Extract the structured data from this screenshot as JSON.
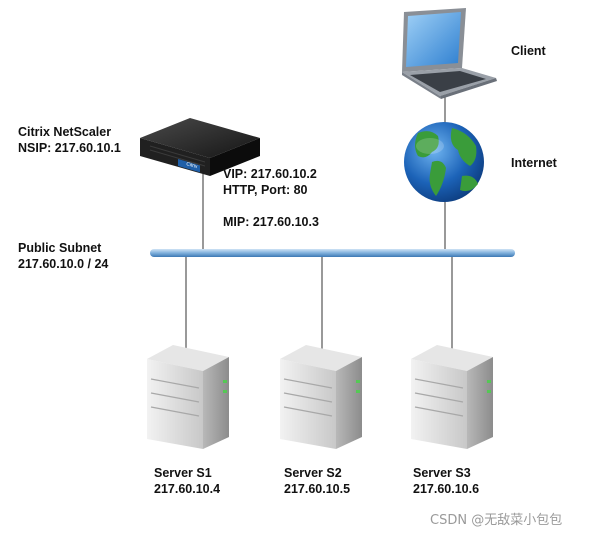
{
  "client": {
    "label": "Client"
  },
  "internet": {
    "label": "Internet"
  },
  "netscaler": {
    "name": "Citrix NetScaler",
    "nsip": "NSIP: 217.60.10.1",
    "badge": "Citrix"
  },
  "vip": {
    "address": "VIP: 217.60.10.2",
    "service": "HTTP, Port: 80"
  },
  "mip": {
    "address": "MIP: 217.60.10.3"
  },
  "subnet": {
    "title": "Public Subnet",
    "range": "217.60.10.0 / 24"
  },
  "servers": [
    {
      "name": "Server S1",
      "ip": "217.60.10.4"
    },
    {
      "name": "Server S2",
      "ip": "217.60.10.5"
    },
    {
      "name": "Server S3",
      "ip": "217.60.10.6"
    }
  ],
  "watermark": "CSDN @无敌菜小包包",
  "colors": {
    "bus": "#7fb0dc",
    "link": "#555555",
    "ocean": "#1c63b8",
    "land": "#3a9c3a"
  }
}
